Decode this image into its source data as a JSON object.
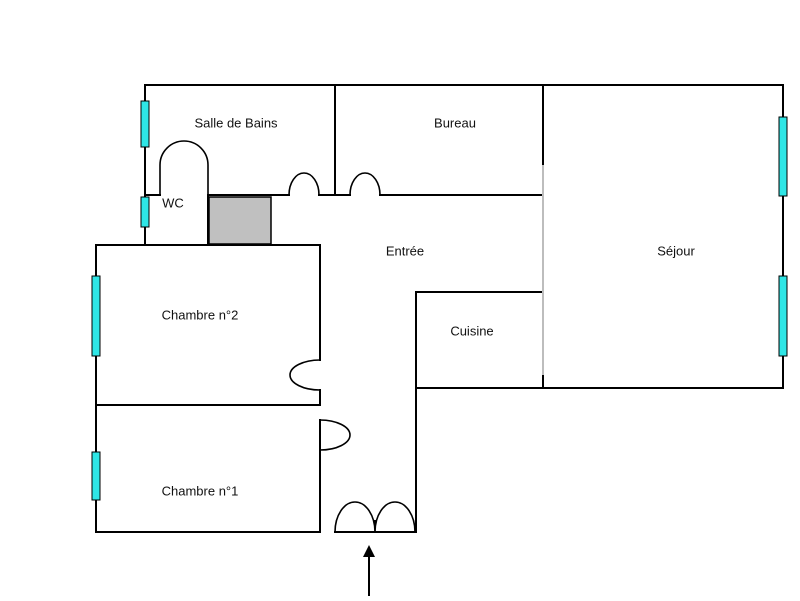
{
  "rooms": {
    "salle_de_bains": "Salle de Bains",
    "bureau": "Bureau",
    "wc": "WC",
    "entree": "Entrée",
    "sejour": "Séjour",
    "chambre2": "Chambre n°2",
    "cuisine": "Cuisine",
    "chambre1": "Chambre n°1"
  },
  "colors": {
    "window": "#2ee6e6",
    "shaft": "#c0c0c0",
    "opening": "#bdbdbd"
  }
}
